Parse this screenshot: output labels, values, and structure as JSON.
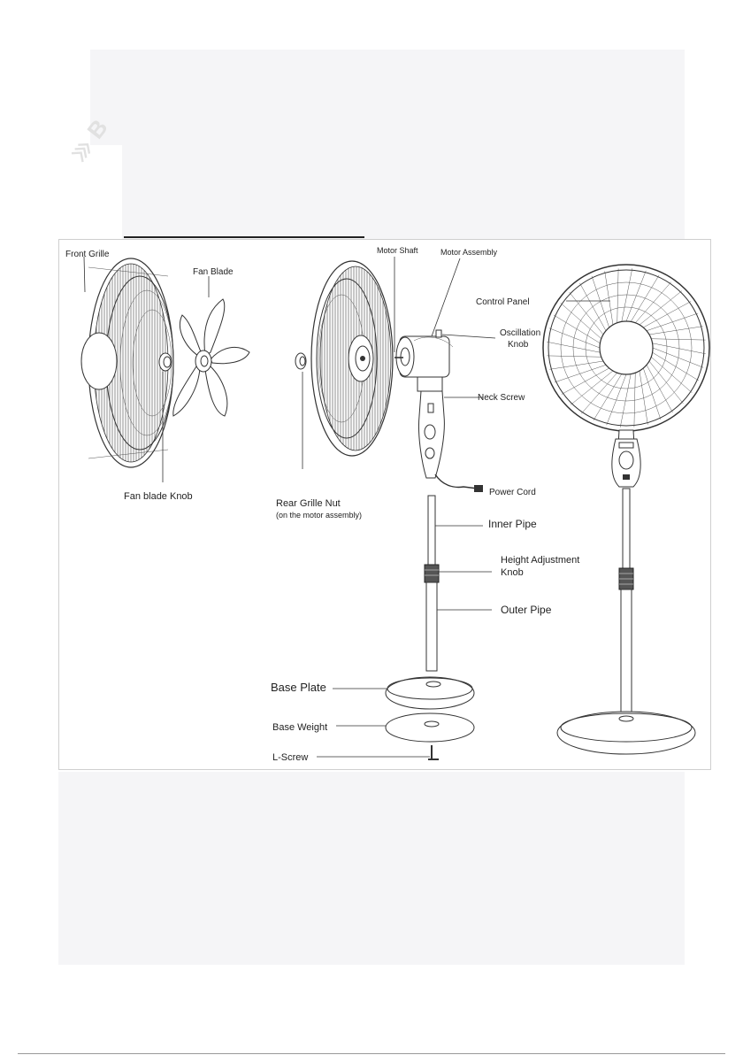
{
  "watermark": {
    "text": "B",
    "icon": "logo-chevron-icon"
  },
  "labels": {
    "front_grille": "Front Grille",
    "fan_blade": "Fan Blade",
    "fan_blade_knob": "Fan blade Knob",
    "rear_grille_nut": "Rear Grille Nut",
    "rear_grille_nut_note": "(on the motor assembly)",
    "motor_shaft": "Motor Shaft",
    "motor_assembly": "Motor Assembly",
    "control_panel": "Control Panel",
    "oscillation_knob_1": "Oscillation",
    "oscillation_knob_2": "Knob",
    "neck_screw": "Neck Screw",
    "power_cord": "Power Cord",
    "inner_pipe": "Inner Pipe",
    "height_adjustment_1": "Height Adjustment",
    "height_adjustment_2": "Knob",
    "outer_pipe": "Outer Pipe",
    "base_plate": "Base Plate",
    "base_weight": "Base Weight",
    "l_screw": "L-Screw"
  }
}
